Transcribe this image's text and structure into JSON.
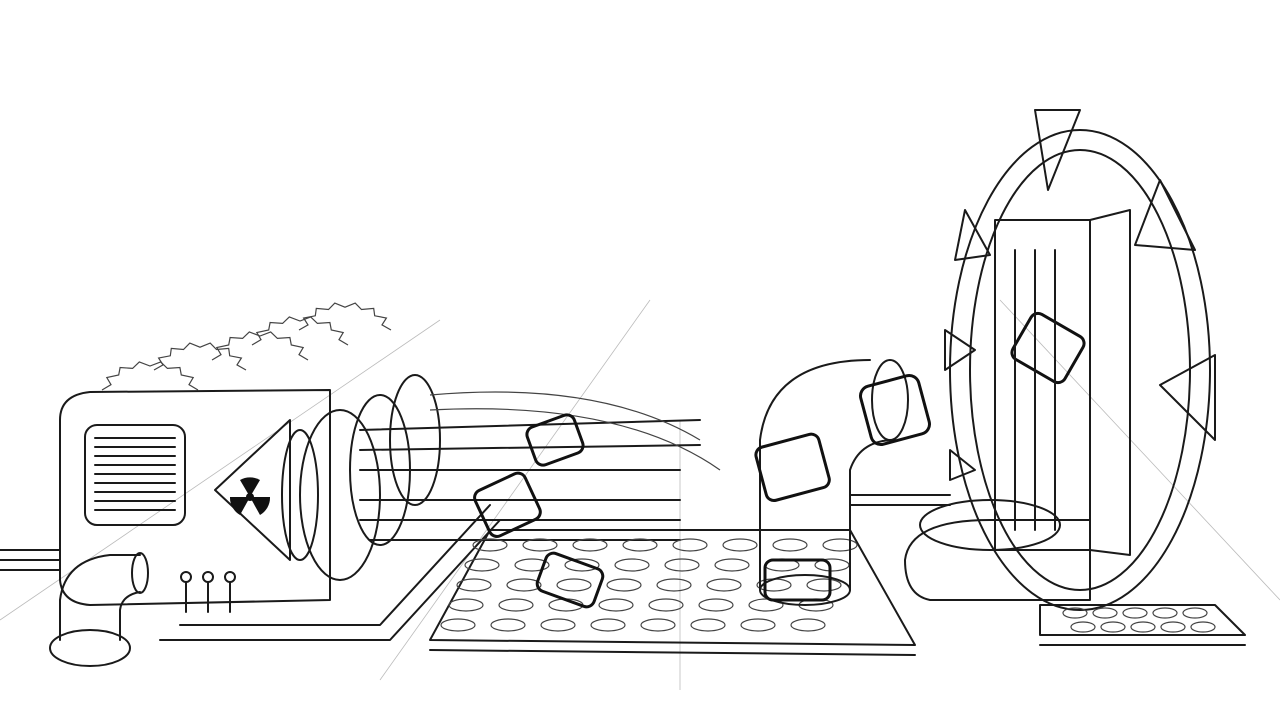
{
  "canvas": {
    "background": "#ffffff",
    "ink": "#1a1a1a"
  },
  "icons": [
    "radiation-symbol",
    "gear",
    "cube",
    "portal",
    "elbow-pipe"
  ]
}
